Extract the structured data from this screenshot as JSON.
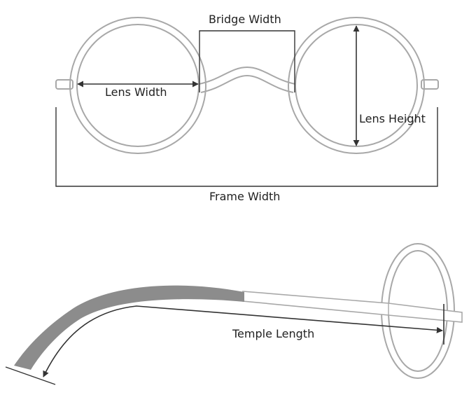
{
  "labels": {
    "bridge_width": "Bridge Width",
    "lens_width": "Lens Width",
    "lens_height": "Lens Height",
    "frame_width": "Frame Width",
    "temple_length": "Temple Length"
  },
  "colors": {
    "frame_outline": "#a8a8a8",
    "dimension_line": "#333333",
    "temple_tip": "#8c8c8c",
    "background": "#ffffff"
  }
}
